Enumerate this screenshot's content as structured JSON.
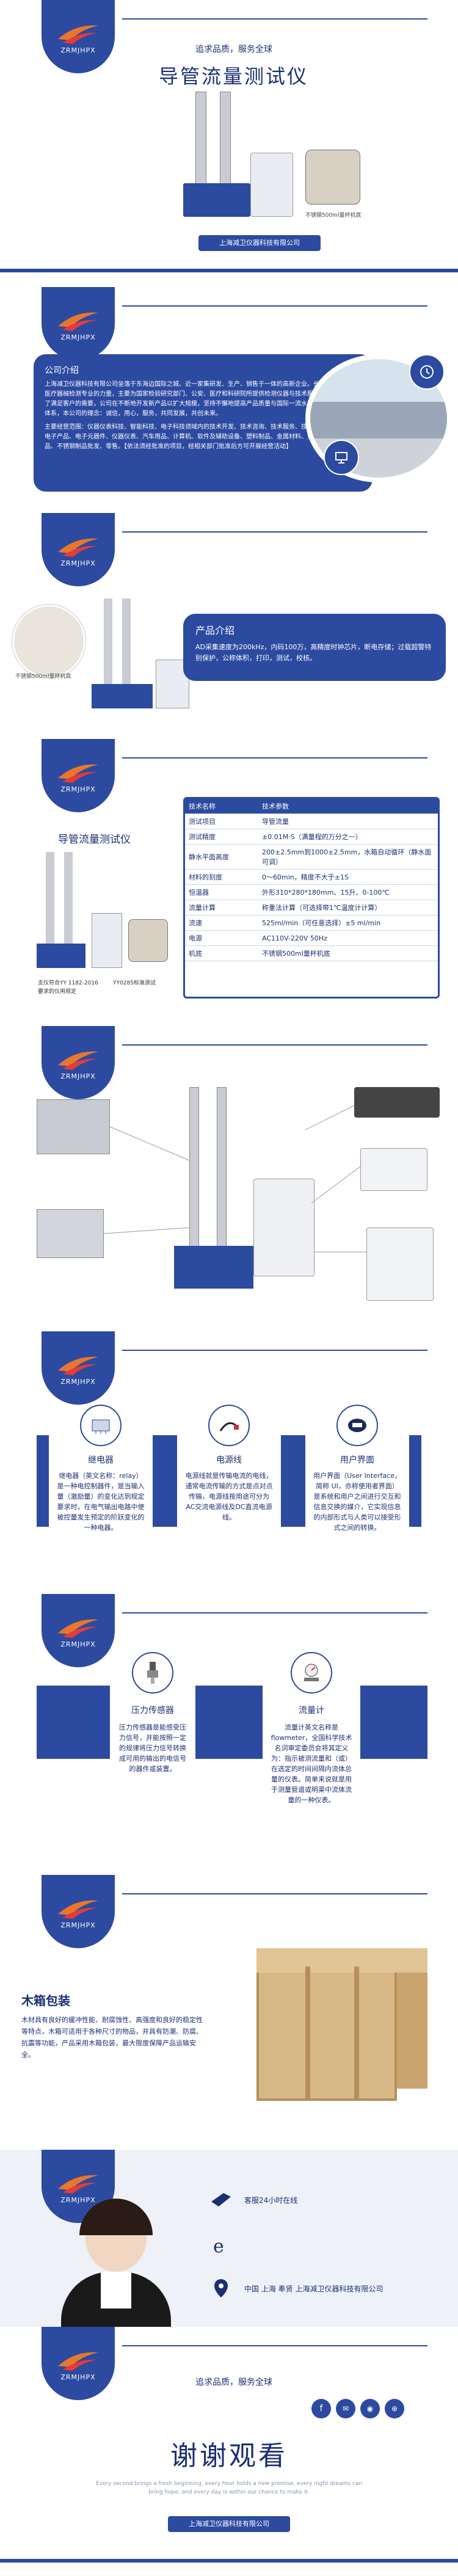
{
  "brand": {
    "logo_text": "ZRMJHPX",
    "company": "上海减卫仪器科技有限公司",
    "slogan": "追求品质，服务全球"
  },
  "hero": {
    "slogan": "追求品质，服务全球",
    "title": "导管流量测试仪",
    "caption": "不锈钢500ml量杯机底",
    "company": "上海减卫仪器科技有限公司"
  },
  "intro": {
    "heading": "公司介绍",
    "paragraph1": "上海减卫仪器科技有限公司坐落于东海边国际之城、近一家集研发、生产、销售于一体的高新企业。长期以医疗器械检测专业的力量，主要为国家检验研究部门、公安、医疗和科研院所提供检测仪器与技术服务，为了满足客户的需要，公司在不断地开发新产品以扩大规模，坚持不懈地提高产品质量与国际一流水平和服务体系，本公司的理念：诚信，用心，服务，共同发展，共创未来。",
    "paragraph2": "主要经营范围：仪器仪表科技、智能科技、电子科技领域内的技术开发、技术咨询、技术服务、技术转让；电子产品、电子元器件、仪器仪表、汽车用品、计算机、软件及辅助设备、塑料制品、金属材料、金属制品、不锈钢制品批发、零售。【依法须经批准的项目，经相关部门批准后方可开展经营活动】"
  },
  "product": {
    "caption": "不锈钢500ml量杯机底",
    "heading": "产品介绍",
    "desc": "AD采集速度为200kHz，内码100万，高精度时钟芯片，断电存储；过载超警特别保护，公称体积，打印，测试，校核。"
  },
  "specs": {
    "model_title": "导管流量测试仪",
    "caption1": "支仪符合YY 1182-2016",
    "caption2": "YY0285标准测试",
    "caption3": "要求的仪用规定",
    "col1": "技术名称",
    "col2": "技术参数",
    "rows": [
      [
        "测试项目",
        "导管流量"
      ],
      [
        "测试精度",
        "±0.01M·S（满量程的万分之一）"
      ],
      [
        "静水平面高度",
        "200±2.5mm到1000±2.5mm，水箱自动循环（静水面可调）"
      ],
      [
        "材料的刻度",
        "0～60min，精度不大于±1S"
      ],
      [
        "恒温器",
        "外形310*280*180mm、15升、0-100℃"
      ],
      [
        "流量计算",
        "称重法计算（可选择带1℃温度计计算）"
      ],
      [
        "流速",
        "525ml/min（可任意选择）±5 ml/min"
      ],
      [
        "电源",
        "AC110V-220V  50Hz"
      ],
      [
        "机底",
        "不锈钢500ml量杯机底"
      ]
    ]
  },
  "features1": {
    "items": [
      {
        "title": "继电器",
        "desc": "继电器（英文名称：relay）是一种电控制器件，是当输入量（激励量）的变化达到规定要求时，在电气输出电路中使被控量发生预定的阶跃变化的一种电器。"
      },
      {
        "title": "电源线",
        "desc": "电源线就是传输电流的电线，通常电流传输的方式是点对点传输，电源线按用途可分为AC交流电源线及DC直流电源线。"
      },
      {
        "title": "用户界面",
        "desc": "用户界面（User Interface，简称 UI，亦称使用者界面）是系统和用户之间进行交互和信息交换的媒介，它实现信息的内部形式与人类可以接受形式之间的转换。"
      }
    ]
  },
  "features2": {
    "items": [
      {
        "title": "压力传感器",
        "desc": "压力传感器是能感受压力信号，并能按照一定的规律将压力信号转换成可用的输出的电信号的器件或装置。"
      },
      {
        "title": "流量计",
        "desc": "流量计英文名称是flowmeter，全国科学技术名词审定委员会将其定义为：指示被测流量和（或）在选定的时间间隔内流体总量的仪表。简单来说就是用于测量管道或明渠中流体流量的一种仪表。"
      }
    ]
  },
  "crate": {
    "heading": "木箱包装",
    "desc": "木材具有良好的缓冲性能、耐腐蚀性、高强度和良好的稳定性等特点，木箱可适用于各种尺寸的物品，并具有防潮、防腐、抗震等功能，产品采用木箱包装，最大限度保障产品运输安全。"
  },
  "contact": {
    "hours": "客服24小时在线",
    "address": "中国 上海 奉贤 上海减卫仪器科技有限公司"
  },
  "thanks": {
    "slogan": "追求品质，服务全球",
    "title": "谢谢观看",
    "tagline": "Every second brings a fresh beginning, every hour holds a new promise, every night dreams can bring hope, and every day is within our chance to make it.",
    "company": "上海减卫仪器科技有限公司"
  }
}
